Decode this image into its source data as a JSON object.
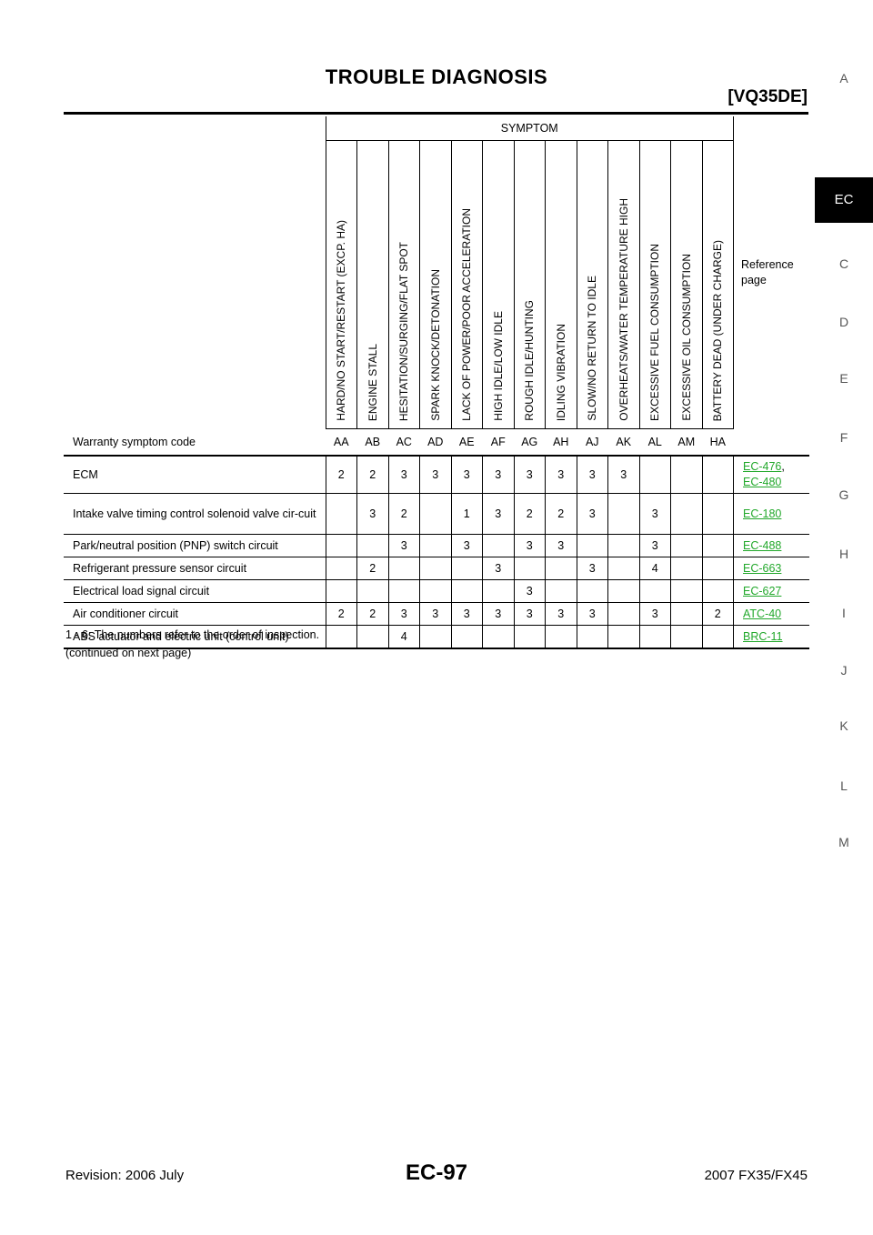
{
  "header": {
    "title": "TROUBLE DIAGNOSIS",
    "engine": "[VQ35DE]"
  },
  "side_tabs": [
    "A",
    "EC",
    "C",
    "D",
    "E",
    "F",
    "G",
    "H",
    "I",
    "J",
    "K",
    "L",
    "M"
  ],
  "table": {
    "symptom_header": "SYMPTOM",
    "reference_header": "Reference page",
    "symptoms": [
      "HARD/NO START/RESTART (EXCP. HA)",
      "ENGINE STALL",
      "HESITATION/SURGING/FLAT SPOT",
      "SPARK KNOCK/DETONATION",
      "LACK OF POWER/POOR ACCELERATION",
      "HIGH IDLE/LOW IDLE",
      "ROUGH IDLE/HUNTING",
      "IDLING VIBRATION",
      "SLOW/NO RETURN TO IDLE",
      "OVERHEATS/WATER TEMPERATURE HIGH",
      "EXCESSIVE FUEL CONSUMPTION",
      "EXCESSIVE OIL CONSUMPTION",
      "BATTERY DEAD (UNDER CHARGE)"
    ],
    "code_row_label": "Warranty symptom code",
    "codes": [
      "AA",
      "AB",
      "AC",
      "AD",
      "AE",
      "AF",
      "AG",
      "AH",
      "AJ",
      "AK",
      "AL",
      "AM",
      "HA"
    ],
    "rows": [
      {
        "label": "ECM",
        "values": [
          "2",
          "2",
          "3",
          "3",
          "3",
          "3",
          "3",
          "3",
          "3",
          "3",
          "",
          "",
          ""
        ],
        "refs": [
          "EC-476",
          "EC-480"
        ],
        "ref_sep": ","
      },
      {
        "label": "Intake valve timing control solenoid valve cir-cuit",
        "values": [
          "",
          "3",
          "2",
          "",
          "1",
          "3",
          "2",
          "2",
          "3",
          "",
          "3",
          "",
          ""
        ],
        "refs": [
          "EC-180"
        ]
      },
      {
        "label": "Park/neutral position (PNP) switch circuit",
        "values": [
          "",
          "",
          "3",
          "",
          "3",
          "",
          "3",
          "3",
          "",
          "",
          "3",
          "",
          ""
        ],
        "refs": [
          "EC-488"
        ]
      },
      {
        "label": "Refrigerant pressure sensor circuit",
        "values": [
          "",
          "2",
          "",
          "",
          "",
          "3",
          "",
          "",
          "3",
          "",
          "4",
          "",
          ""
        ],
        "refs": [
          "EC-663"
        ]
      },
      {
        "label": "Electrical load signal circuit",
        "values": [
          "",
          "",
          "",
          "",
          "",
          "",
          "3",
          "",
          "",
          "",
          "",
          "",
          ""
        ],
        "refs": [
          "EC-627"
        ]
      },
      {
        "label": "Air conditioner circuit",
        "values": [
          "2",
          "2",
          "3",
          "3",
          "3",
          "3",
          "3",
          "3",
          "3",
          "",
          "3",
          "",
          "2"
        ],
        "refs": [
          "ATC-40"
        ]
      },
      {
        "label": "ABS actuator and electric unit (control unit)",
        "values": [
          "",
          "",
          "4",
          "",
          "",
          "",
          "",
          "",
          "",
          "",
          "",
          "",
          ""
        ],
        "refs": [
          "BRC-11"
        ]
      }
    ]
  },
  "notes": {
    "line1": "1 - 6: The numbers refer to the order of inspection.",
    "line2": "(continued on next page)"
  },
  "footer": {
    "revision": "Revision: 2006 July",
    "page": "EC-97",
    "model": "2007 FX35/FX45"
  }
}
